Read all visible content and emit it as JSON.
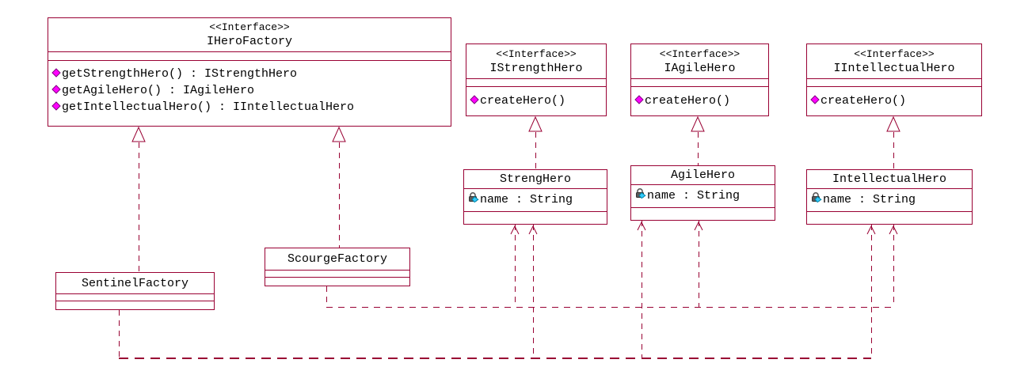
{
  "colors": {
    "line_color": "#990033",
    "text_color": "#000000",
    "background": "#ffffff",
    "method_icon_color": "#ff00ff",
    "attr_diamond_color": "#33ccff",
    "attr_lock_color": "#5a5a5a"
  },
  "classes": {
    "ihero_factory": {
      "stereotype": "<<Interface>>",
      "name": "IHeroFactory",
      "attributes": [],
      "methods": [
        "getStrengthHero() : IStrengthHero",
        "getAgileHero() : IAgileHero",
        "getIntellectualHero() : IIntellectualHero"
      ]
    },
    "istrength_hero": {
      "stereotype": "<<Interface>>",
      "name": "IStrengthHero",
      "attributes": [],
      "methods": [
        "createHero()"
      ]
    },
    "iagile_hero": {
      "stereotype": "<<Interface>>",
      "name": "IAgileHero",
      "attributes": [],
      "methods": [
        "createHero()"
      ]
    },
    "iintellectual_hero": {
      "stereotype": "<<Interface>>",
      "name": "IIntellectualHero",
      "attributes": [],
      "methods": [
        "createHero()"
      ]
    },
    "streng_hero": {
      "name": "StrengHero",
      "attributes": [
        "name : String"
      ],
      "methods": []
    },
    "agile_hero": {
      "name": "AgileHero",
      "attributes": [
        "name : String"
      ],
      "methods": []
    },
    "intellectual_hero": {
      "name": "IntellectualHero",
      "attributes": [
        "name : String"
      ],
      "methods": []
    },
    "scourge_factory": {
      "name": "ScourgeFactory",
      "attributes": [],
      "methods": []
    },
    "sentinel_factory": {
      "name": "SentinelFactory",
      "attributes": [],
      "methods": []
    }
  },
  "relationships": [
    {
      "type": "realization",
      "from": "SentinelFactory",
      "to": "IHeroFactory"
    },
    {
      "type": "realization",
      "from": "ScourgeFactory",
      "to": "IHeroFactory"
    },
    {
      "type": "realization",
      "from": "StrengHero",
      "to": "IStrengthHero"
    },
    {
      "type": "realization",
      "from": "AgileHero",
      "to": "IAgileHero"
    },
    {
      "type": "realization",
      "from": "IntellectualHero",
      "to": "IIntellectualHero"
    },
    {
      "type": "dependency",
      "from": "ScourgeFactory",
      "to": "StrengHero"
    },
    {
      "type": "dependency",
      "from": "ScourgeFactory",
      "to": "AgileHero"
    },
    {
      "type": "dependency",
      "from": "ScourgeFactory",
      "to": "IntellectualHero"
    },
    {
      "type": "dependency",
      "from": "SentinelFactory",
      "to": "StrengHero"
    },
    {
      "type": "dependency",
      "from": "SentinelFactory",
      "to": "AgileHero"
    },
    {
      "type": "dependency",
      "from": "SentinelFactory",
      "to": "IntellectualHero"
    }
  ]
}
